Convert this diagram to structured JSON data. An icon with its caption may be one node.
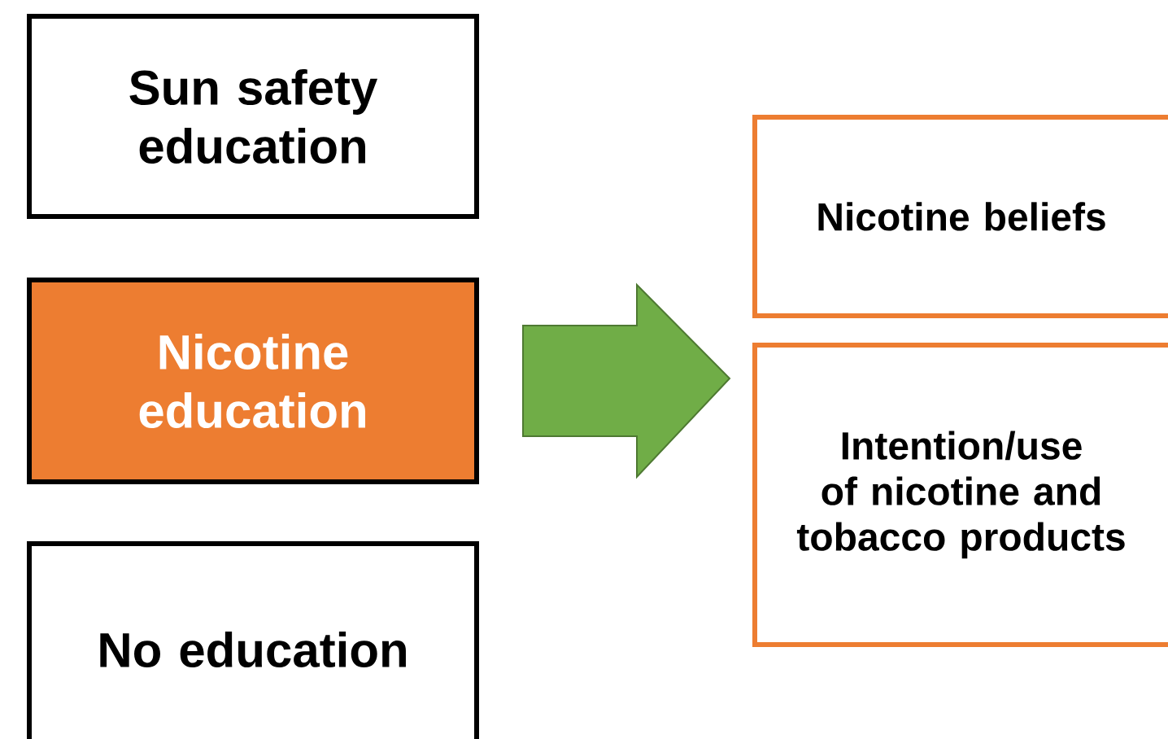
{
  "diagram": {
    "nodes": [
      {
        "text": [
          "Sun safety education"
        ]
      },
      {
        "text": [
          "Nicotine education"
        ]
      },
      {
        "text": [
          "No education"
        ]
      },
      {
        "text": [
          "Nicotine beliefs"
        ]
      },
      {
        "text": [
          "Intention/use of nicotine and tobacco products"
        ]
      }
    ],
    "edges": [
      {
        "from": 1,
        "to": 4,
        "arrow": "to",
        "style": "thick",
        "color": "#70ad47"
      }
    ]
  }
}
